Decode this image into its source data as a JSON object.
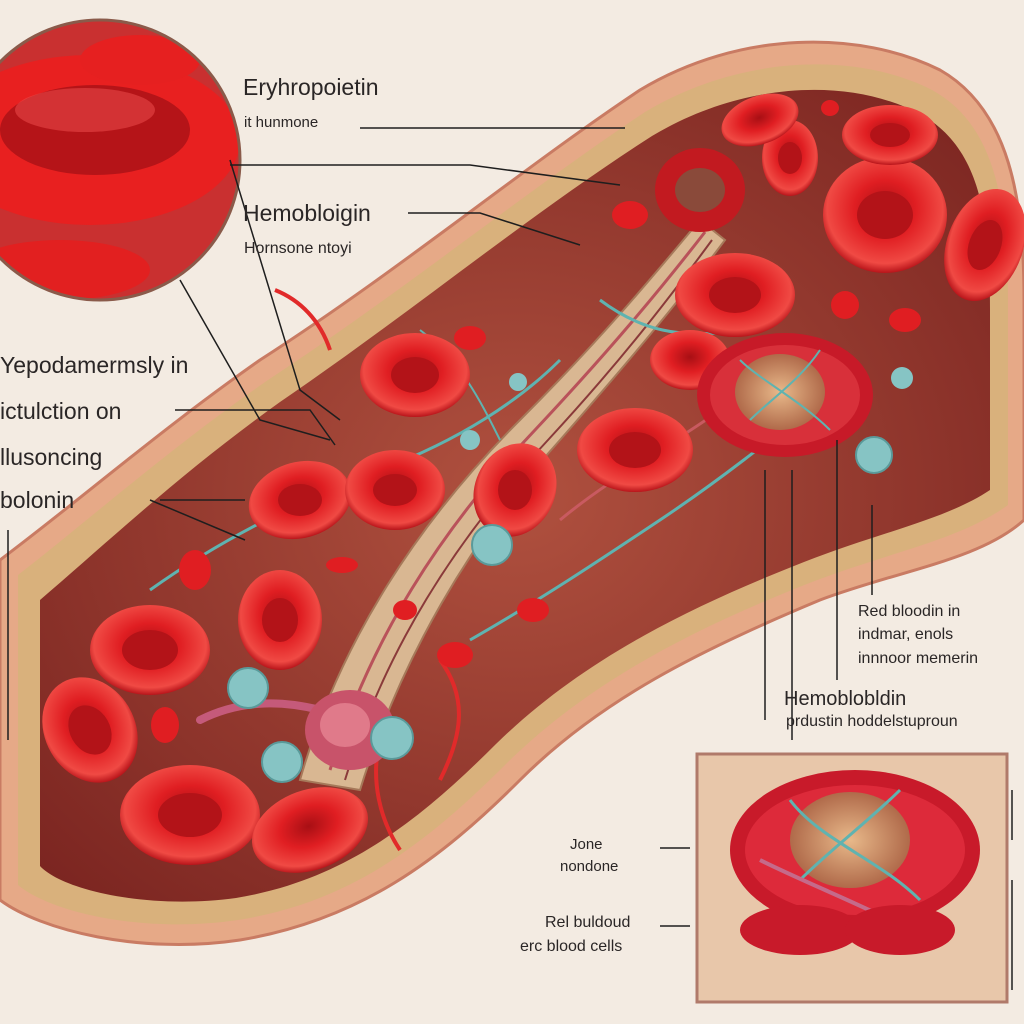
{
  "colors": {
    "background": "#f3ebe2",
    "vessel_wall": "#e3a07f",
    "vessel_band": "#d8b07c",
    "lumen": "#8a2a24",
    "rbc": "#d8181c",
    "rbc_highlight": "#f25050",
    "nerve": "#5fb3b0",
    "marrow_cluster": "#c71a28"
  },
  "labels": {
    "l1": "Eryhropoietin",
    "l2": "it hunmone",
    "l3": "Hemobloigin",
    "l4": "Hornsone ntoyi",
    "l5": "Yepodamermsly in",
    "l6": "ictulction on",
    "l7": "llusoncing",
    "l8": "bolonin",
    "l9": "Red bloodin in",
    "l10": "indmar, enols",
    "l11": "innnoor memerin",
    "l12": "Hemoblobldin",
    "l13": "prdustin hoddelstuproun",
    "l14": "Jone",
    "l15": "nondone",
    "l16": "Rel buldoud",
    "l17": "erc blood cells"
  },
  "icons": {
    "zoom_inset": "red-blood-cell-magnified-icon",
    "cluster_inset": "marrow-cluster-icon"
  }
}
